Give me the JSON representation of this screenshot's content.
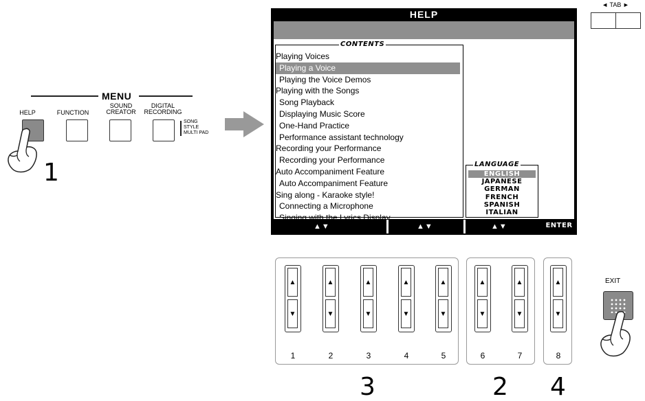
{
  "control_panel": {
    "menu_title": "MENU",
    "buttons": [
      {
        "label_lines": [
          "HELP"
        ]
      },
      {
        "label_lines": [
          "FUNCTION"
        ]
      },
      {
        "label_lines": [
          "SOUND",
          "CREATOR"
        ]
      },
      {
        "label_lines": [
          "DIGITAL",
          "RECORDING"
        ]
      }
    ],
    "modes": [
      "SONG",
      "STYLE",
      "MULTI PAD"
    ]
  },
  "screen": {
    "title": "HELP",
    "contents_caption": "CONTENTS",
    "selected_topic_index": 1,
    "topics": [
      {
        "text": "Playing Voices",
        "level": 0
      },
      {
        "text": "Playing a Voice",
        "level": 1
      },
      {
        "text": "Playing the Voice Demos",
        "level": 1
      },
      {
        "text": "Playing with the Songs",
        "level": 0
      },
      {
        "text": "Song Playback",
        "level": 1
      },
      {
        "text": "Displaying Music Score",
        "level": 1
      },
      {
        "text": "One-Hand Practice",
        "level": 1
      },
      {
        "text": "Performance assistant technology",
        "level": 1
      },
      {
        "text": "Recording your Performance",
        "level": 0
      },
      {
        "text": "Recording your Performance",
        "level": 1
      },
      {
        "text": "Auto Accompaniment Feature",
        "level": 0
      },
      {
        "text": "Auto Accompaniment Feature",
        "level": 1
      },
      {
        "text": "Sing along - Karaoke style!",
        "level": 0
      },
      {
        "text": "Connecting a Microphone",
        "level": 1
      },
      {
        "text": "Singing with the Lyrics Display",
        "level": 1
      }
    ],
    "language_caption": "LANGUAGE",
    "selected_language_index": 0,
    "languages": [
      "ENGLISH",
      "JAPANESE",
      "GERMAN",
      "FRENCH",
      "SPANISH",
      "ITALIAN"
    ],
    "enter_label": "ENTER",
    "soft_arrows": [
      "▲▼",
      "▲▼",
      "▲▼"
    ]
  },
  "tab": {
    "caption": "◄ TAB ►"
  },
  "sliders": {
    "numbers": [
      "1",
      "2",
      "3",
      "4",
      "5",
      "6",
      "7",
      "8"
    ],
    "up_symbol": "▲",
    "down_symbol": "▼"
  },
  "exit": {
    "label": "EXIT"
  },
  "steps": {
    "help_step": "1",
    "group_1_5": "3",
    "group_6_7": "2",
    "group_8": "4"
  }
}
